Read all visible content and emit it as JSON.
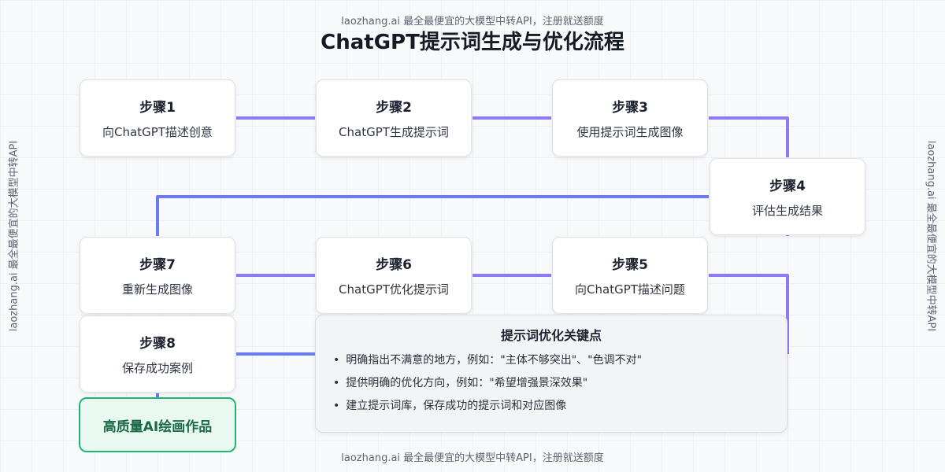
{
  "watermark": "laozhang.ai 最全最便宜的大模型中转API，注册就送额度",
  "watermark_side": "laozhang.ai 最全最便宜的大模型中转API",
  "title": "ChatGPT提示词生成与优化流程",
  "steps": [
    {
      "name": "步骤1",
      "desc": "向ChatGPT描述创意"
    },
    {
      "name": "步骤2",
      "desc": "ChatGPT生成提示词"
    },
    {
      "name": "步骤3",
      "desc": "使用提示词生成图像"
    },
    {
      "name": "步骤4",
      "desc": "评估生成结果"
    },
    {
      "name": "步骤5",
      "desc": "向ChatGPT描述问题"
    },
    {
      "name": "步骤6",
      "desc": "ChatGPT优化提示词"
    },
    {
      "name": "步骤7",
      "desc": "重新生成图像"
    },
    {
      "name": "步骤8",
      "desc": "保存成功案例"
    }
  ],
  "result": "高质量AI绘画作品",
  "keypoints": {
    "title": "提示词优化关键点",
    "bullet": "•",
    "items": [
      "明确指出不满意的地方，例如：\"主体不够突出\"、\"色调不对\"",
      "提供明确的优化方向，例如：\"希望增强景深效果\"",
      "建立提示词库，保存成功的提示词和对应图像"
    ]
  },
  "colors": {
    "connector": "#8b7cf6",
    "connector_alt": "#6a7cf0",
    "result_border": "#21b573",
    "result_bg": "#e9f8f1"
  }
}
